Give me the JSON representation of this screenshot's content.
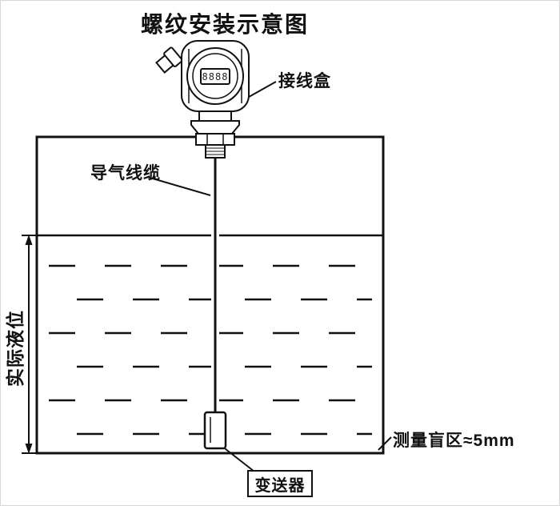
{
  "title": "螺纹安装示意图",
  "labels": {
    "junction_box": "接线盒",
    "air_cable": "导气线缆",
    "actual_level": "实际液位",
    "blind_zone": "测量盲区≈5mm",
    "transmitter": "变送器"
  },
  "device": {
    "display_value": "8888"
  },
  "colors": {
    "line": "#111111",
    "background": "#ffffff"
  }
}
